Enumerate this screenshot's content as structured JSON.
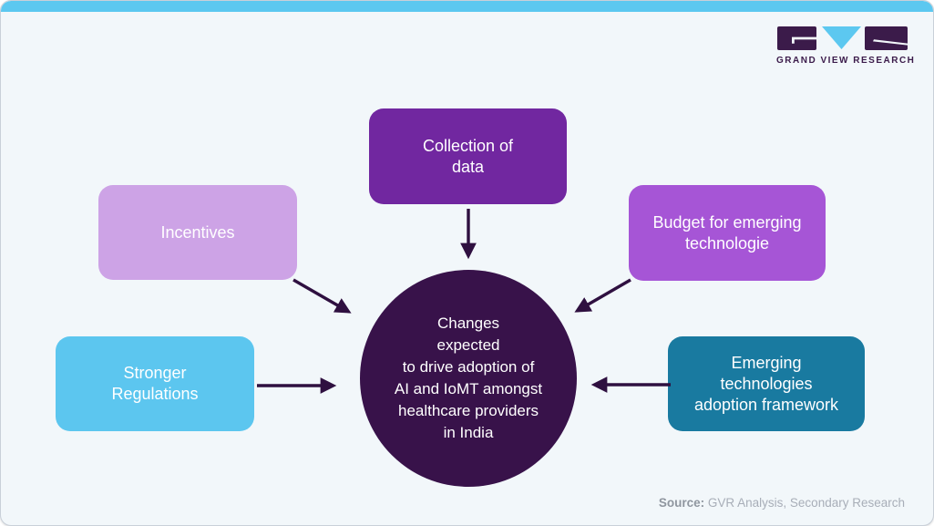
{
  "page": {
    "background": "#f2f7fa",
    "top_bar_color": "#5cc8f0"
  },
  "header": {
    "logo": {
      "brand": "GRAND VIEW RESEARCH",
      "mark_letters": "GVR",
      "dark_color": "#3b1b4a",
      "accent_color": "#5cc8f0"
    }
  },
  "diagram": {
    "center_circle": {
      "text": "Changes\nexpected\nto drive adoption of\nAI and IoMT amongst\nhealthcare providers\nin India",
      "color": "#38124a"
    },
    "factors": [
      {
        "label": "Collection of\ndata",
        "color": "#7127a0"
      },
      {
        "label": "Incentives",
        "color": "#cda3e6"
      },
      {
        "label": "Budget for emerging\ntechnologie",
        "color": "#a655d6"
      },
      {
        "label": "Stronger\nRegulations",
        "color": "#5cc6ef"
      },
      {
        "label": "Emerging\ntechnologies\nadoption framework",
        "color": "#197aa0"
      }
    ],
    "arrow_color": "#2f1040"
  },
  "footer": {
    "source_label": "Source:",
    "source_text": " GVR Analysis, Secondary Research"
  }
}
